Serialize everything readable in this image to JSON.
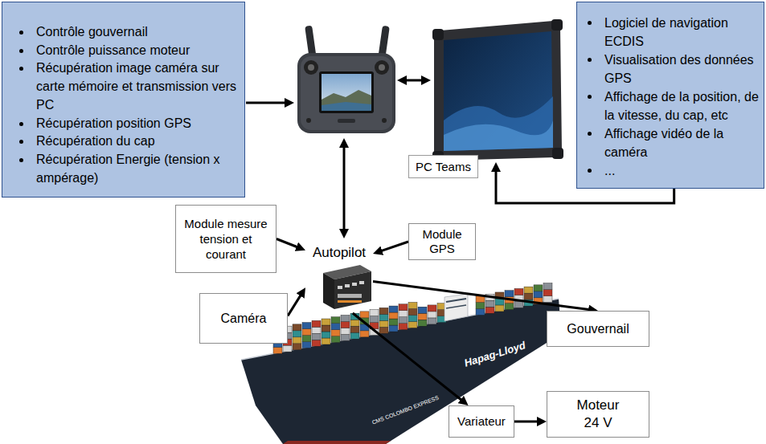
{
  "diagram": {
    "nodes": [
      {
        "text": [
          "Contrôle gouvernail",
          "Contrôle puissance moteur",
          "Récupération image caméra sur carte mémoire et transmission vers PC",
          "Récupération position GPS",
          "Récupération du cap",
          "Récupération Energie (tension x ampérage)"
        ]
      },
      {
        "text": [
          "Logiciel de navigation ECDIS",
          "Visualisation des données GPS",
          "Affichage de la position, de la vitesse, du cap, etc",
          "Affichage vidéo de la caméra",
          "..."
        ]
      },
      {
        "text": [
          "PC Teams"
        ]
      },
      {
        "text": [
          "Module mesure tension et courant"
        ]
      },
      {
        "text": [
          "Module GPS"
        ]
      },
      {
        "text": [
          "Autopilot"
        ]
      },
      {
        "text": [
          "Caméra"
        ]
      },
      {
        "text": [
          "Gouvernail"
        ]
      },
      {
        "text": [
          "Variateur"
        ]
      },
      {
        "text": [
          "Moteur 24 V"
        ]
      }
    ],
    "edges": [
      {
        "from": 1,
        "to": 2,
        "arrow": "to"
      },
      {
        "from": 3,
        "to": 5,
        "arrow": "to"
      },
      {
        "from": 4,
        "to": 5,
        "arrow": "to"
      },
      {
        "from": 6,
        "to": 5,
        "arrow": "to"
      },
      {
        "from": 5,
        "to": 7,
        "arrow": "to"
      },
      {
        "from": 5,
        "to": 8,
        "arrow": "to"
      },
      {
        "from": 8,
        "to": 9,
        "arrow": "to"
      }
    ],
    "labels": [
      "Hapag-Lloyd",
      "CMS COLOMBO EXPRESS"
    ]
  }
}
